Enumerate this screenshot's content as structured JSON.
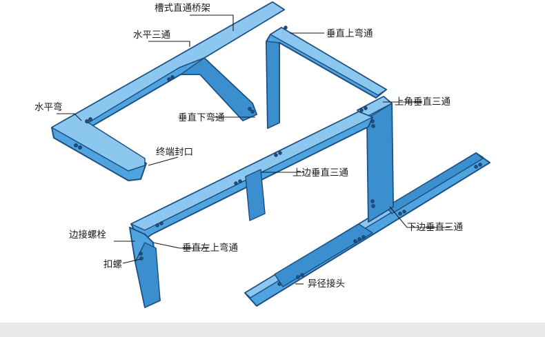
{
  "labels": {
    "title": "槽式直通桥架",
    "horizontal_tee": "水平三通",
    "vertical_up_bend": "垂直上弯通",
    "horizontal_bend": "水平弯",
    "upper_angle_vertical_tee": "上角垂直三通",
    "vertical_down_bend": "垂直下弯通",
    "end_cap": "终端封口",
    "upper_side_vertical_tee": "上边垂直三通",
    "side_bolt": "边接螺栓",
    "vertical_left_up_bend": "垂直左上弯通",
    "lower_side_vertical_tee": "下边垂直三通",
    "clamp_nut": "扣螺",
    "reducer_joint": "异径接头"
  },
  "colors": {
    "tray_fill": "#4fa3df",
    "tray_top": "#8cc7f0",
    "tray_outline": "#1d4f82",
    "footer_bar": "#e9e9e9"
  }
}
